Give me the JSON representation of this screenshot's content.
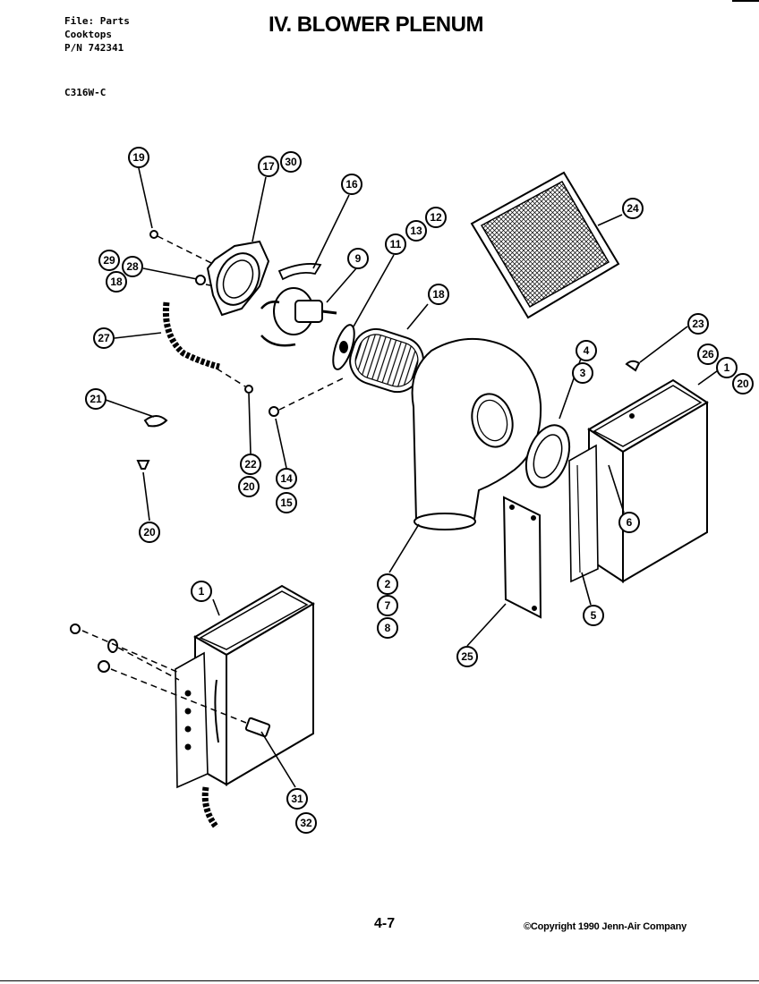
{
  "header": {
    "file_lines": [
      "File: Parts",
      "Cooktops",
      "P/N 742341"
    ],
    "title": "IV. BLOWER PLENUM",
    "model": "C316W-C"
  },
  "footer": {
    "page_number": "4-7",
    "copyright": "©Copyright 1990 Jenn-Air Company"
  },
  "callouts": {
    "c19": "19",
    "c17": "17",
    "c30": "30",
    "c16": "16",
    "c11": "11",
    "c13": "13",
    "c12": "12",
    "c9": "9",
    "c29": "29",
    "c28": "28",
    "c18a": "18",
    "c18b": "18",
    "c24": "24",
    "c27": "27",
    "c21": "21",
    "c22": "22",
    "c20a": "20",
    "c20b": "20",
    "c14": "14",
    "c15": "15",
    "c4": "4",
    "c3": "3",
    "c23": "23",
    "c26": "26",
    "c1a": "1",
    "c20c": "20",
    "c6": "6",
    "c2": "2",
    "c7": "7",
    "c8": "8",
    "c5": "5",
    "c25": "25",
    "c1b": "1",
    "c31": "31",
    "c32": "32"
  }
}
